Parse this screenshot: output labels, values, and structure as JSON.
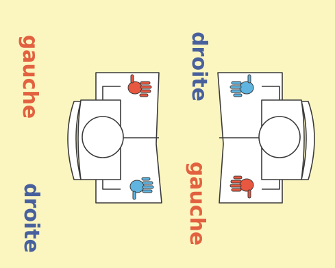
{
  "labels": {
    "top_left": "gauche",
    "top_middle": "droite",
    "bottom_left": "droite",
    "bottom_middle": "gauche"
  },
  "colors": {
    "background": "#fbf6c0",
    "left_hand": "#e8573f",
    "right_hand": "#5fb4e0",
    "left_text": "#e26140",
    "right_text": "#48619d",
    "line": "#3a3a3a",
    "chair_fill": "#ffffff"
  },
  "icons": [
    "person-icon",
    "chair-icon",
    "red-hand-icon",
    "blue-hand-icon"
  ]
}
